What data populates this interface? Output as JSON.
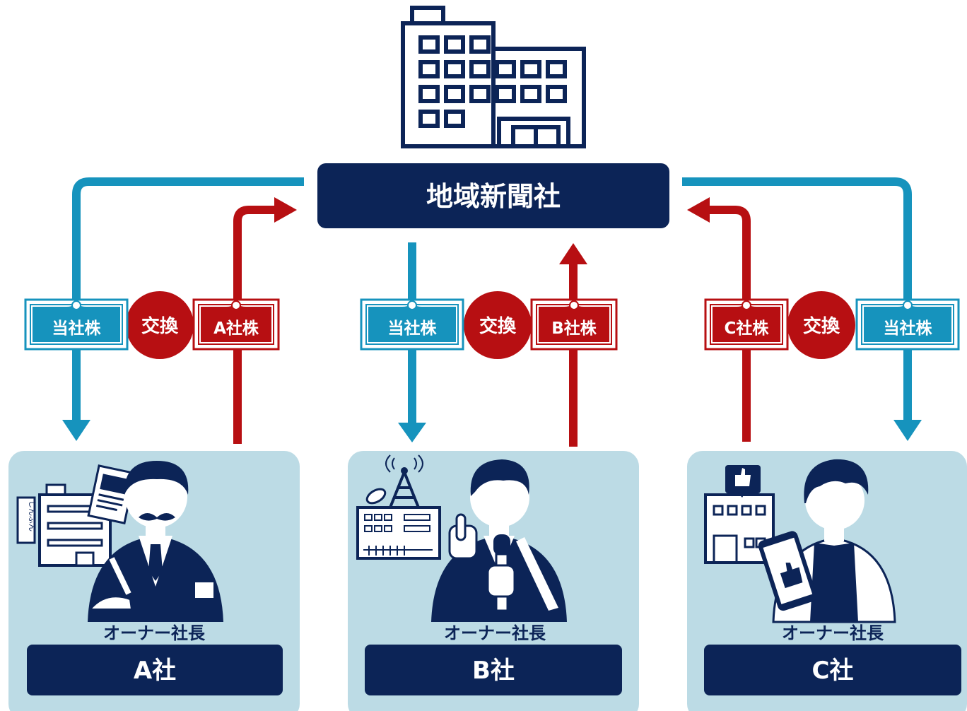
{
  "colors": {
    "navy": "#0c2457",
    "blue": "#1693bd",
    "red": "#b70f12",
    "panel": "#bcdbe5",
    "white": "#ffffff"
  },
  "hub": {
    "label": "地域新聞社",
    "icon": "office-building-icon"
  },
  "exchange_label": "交換",
  "own_stock_label": "当社株",
  "companies": [
    {
      "id": "a",
      "name": "A社",
      "stock_label": "A社株",
      "owner_label": "オーナー社長",
      "icon": "newspaper-company-icon",
      "sign": "しんぶん"
    },
    {
      "id": "b",
      "name": "B社",
      "stock_label": "B社株",
      "owner_label": "オーナー社長",
      "icon": "broadcast-station-icon"
    },
    {
      "id": "c",
      "name": "C社",
      "stock_label": "C社株",
      "owner_label": "オーナー社長",
      "icon": "web-media-icon"
    }
  ]
}
